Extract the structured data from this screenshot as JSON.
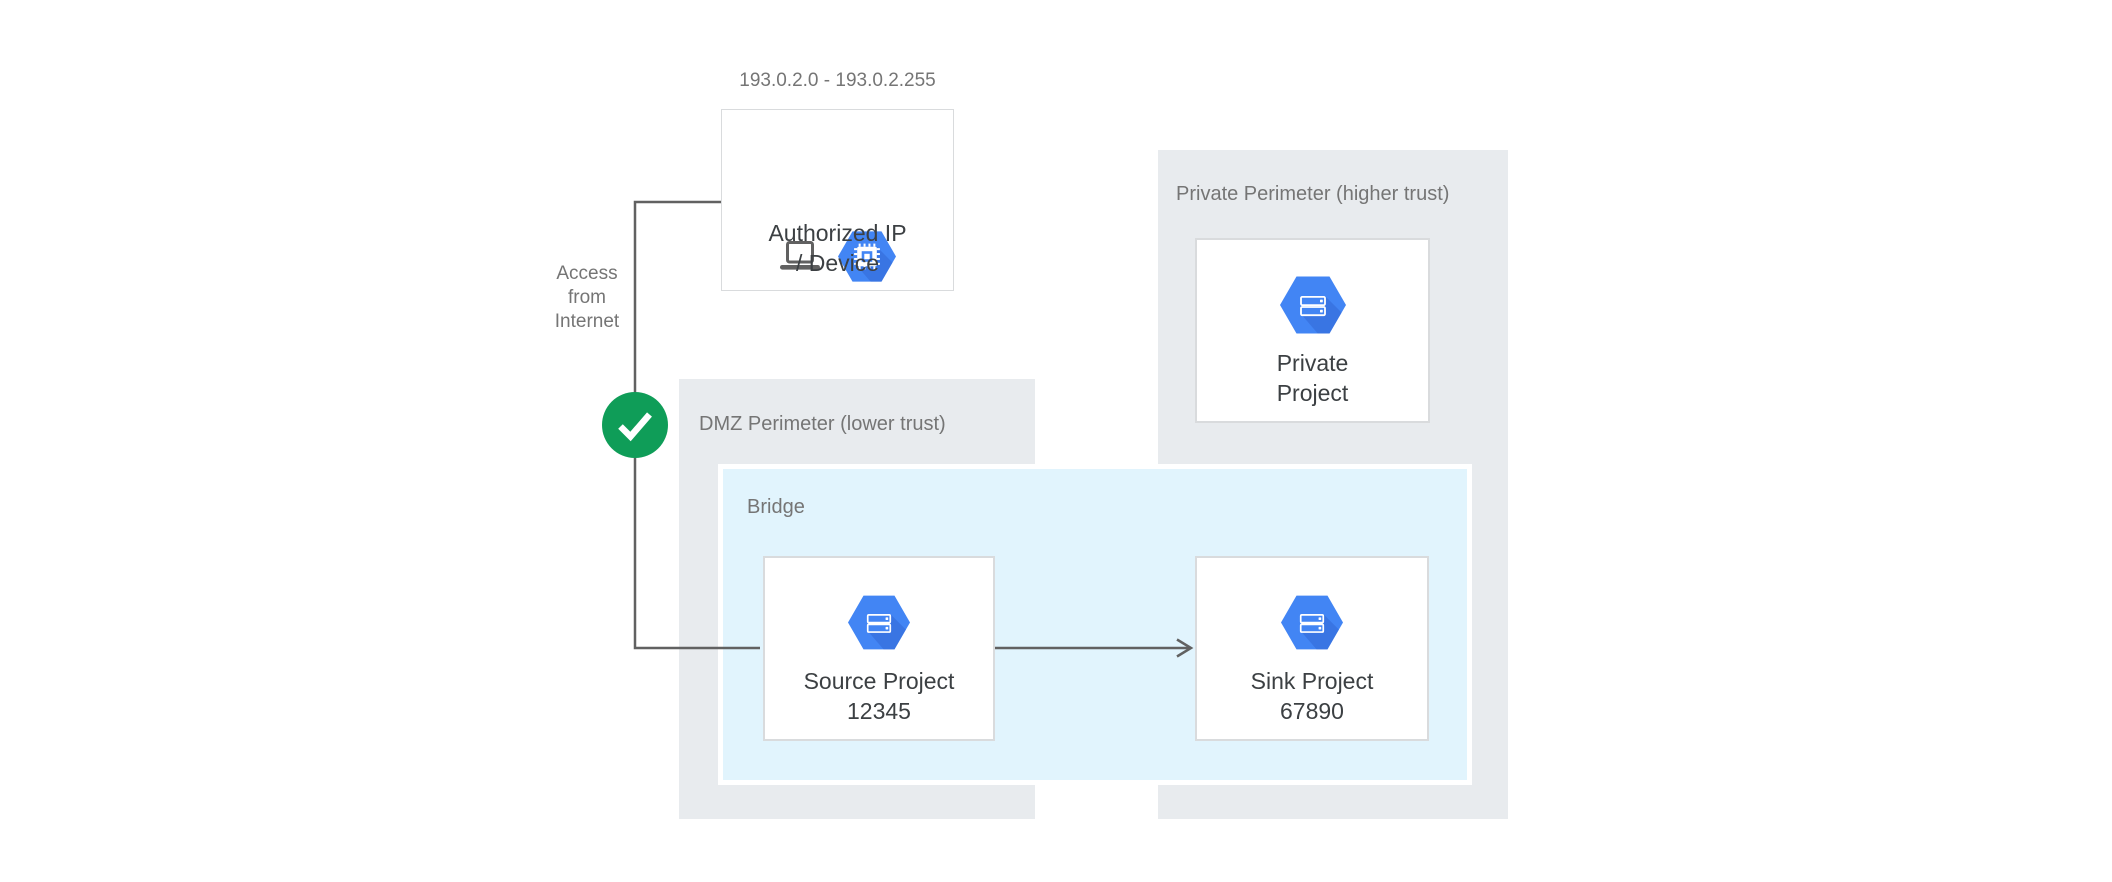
{
  "diagram": {
    "ip_range_label": "193.0.2.0 - 193.0.2.255",
    "authorized_device": {
      "lines": [
        "Authorized IP",
        "/ Device"
      ],
      "icons": [
        "laptop-icon",
        "compute-engine-hexagon-icon"
      ]
    },
    "access_path": {
      "lines": [
        "Access",
        "from",
        "Internet"
      ],
      "status_icon": "check-circle-icon"
    },
    "dmz_perimeter": {
      "label": "DMZ Perimeter (lower trust)"
    },
    "bridge": {
      "label": "Bridge",
      "source_project": {
        "lines": [
          "Source Project",
          "12345"
        ],
        "icon": "project-hexagon-icon"
      },
      "sink_project": {
        "lines": [
          "Sink Project",
          "67890"
        ],
        "icon": "project-hexagon-icon"
      }
    },
    "private_perimeter": {
      "label": "Private Perimeter (higher trust)",
      "private_project": {
        "lines": [
          "Private",
          "Project"
        ],
        "icon": "project-hexagon-icon"
      }
    },
    "colors": {
      "perimeter_fill": "#E8EBEE",
      "bridge_fill": "#E1F4FD",
      "hexagon_blue": "#4285F4",
      "hexagon_shade": "#3367D6",
      "check_green": "#0F9D58",
      "connector_gray": "#616161",
      "label_gray": "#757575",
      "title_dark": "#3C4043",
      "card_border": "#D9DBDD"
    }
  }
}
